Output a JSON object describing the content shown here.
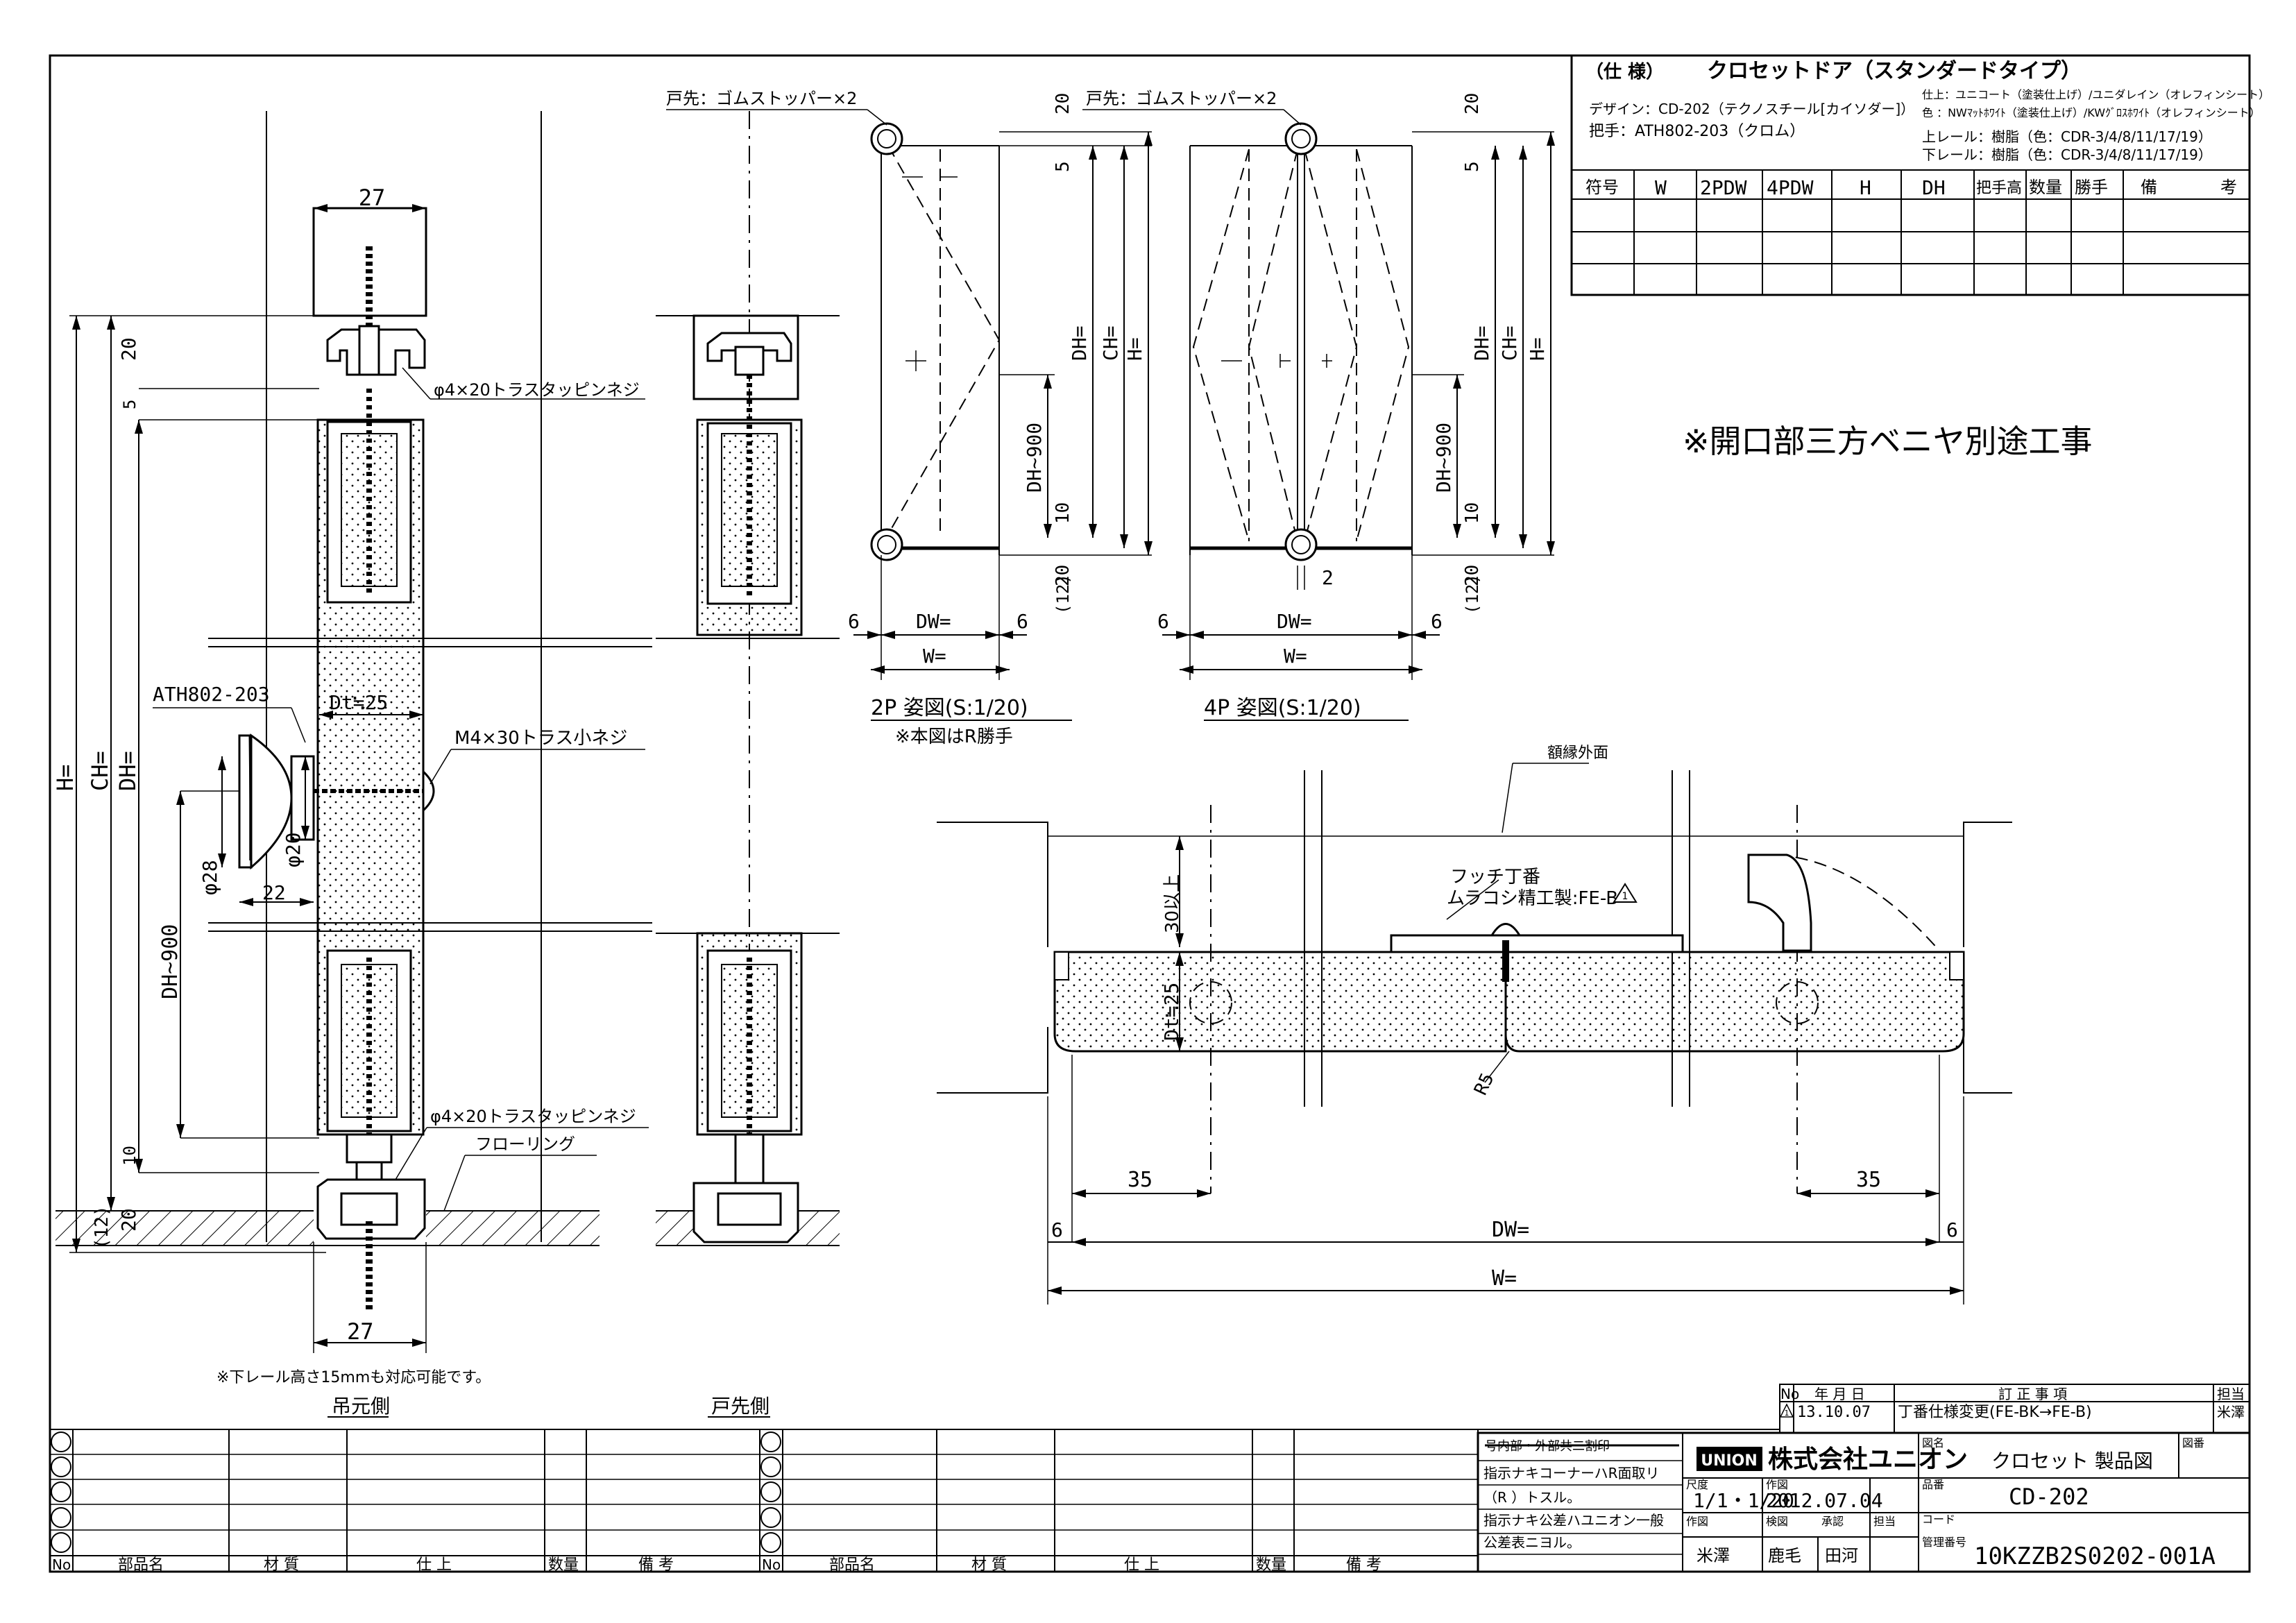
{
  "spec": {
    "header_left": "（仕 様）",
    "header_title": "クロセットドア（スタンダードタイプ）",
    "design": "デザイン：CD-202（テクノスチール[カイソダー]）",
    "handle": "把手：ATH802-203（クロム）",
    "finish": "仕上：ユニコート（塗装仕上げ）/ユニダレイン（オレフィンシート）",
    "color": "色 ：NWﾏｯﾄﾎﾜｲﾄ（塗装仕上げ）/KWｸﾞﾛｽﾎﾜｲﾄ（オレフィンシート）",
    "upper_rail": "上レール：樹脂（色：CDR-3/4/8/11/17/19）",
    "lower_rail": "下レール：樹脂（色：CDR-3/4/8/11/17/19）",
    "columns": [
      "符号",
      "W",
      "2PDW",
      "4PDW",
      "H",
      "DH",
      "把手高",
      "数量",
      "勝手",
      "備",
      "考"
    ]
  },
  "note_main": "※開口部三方ベニヤ別途工事",
  "section": {
    "dim_top_width": "27",
    "dim_bottom_width": "27",
    "dim_20_top": "20",
    "dim_5": "5",
    "dim_10": "10",
    "dim_20_bottom": "20",
    "dim_12": "(12)",
    "label_H": "H=",
    "label_CH": "CH=",
    "label_DH": "DH=",
    "label_DH900": "DH~900",
    "screw_top": "φ4×20トラスタッピンネジ",
    "screw_bottom": "φ4×20トラスタッピンネジ",
    "handle_code": "ATH802-203",
    "dt": "Dt≒25",
    "handle_screw": "M4×30トラス小ネジ",
    "d28": "φ28",
    "d20": "φ20",
    "d22": "22",
    "flooring": "フローリング",
    "note_rail": "※下レール高さ15mmも対応可能です。",
    "label_hanging_side": "吊元側",
    "label_tip_side": "戸先側"
  },
  "elev2": {
    "stopper": "戸先：ゴムストッパー×2",
    "d20_top": "20",
    "d5": "5",
    "d10": "10",
    "d20_bottom": "20",
    "d12": "(12)",
    "lbl_DH": "DH=",
    "lbl_CH": "CH=",
    "lbl_H": "H=",
    "lbl_DH900": "DH~900",
    "dim_6a": "6",
    "dim_6b": "6",
    "dim_DW": "DW=",
    "dim_W": "W=",
    "caption": "2P 姿図(S:1/20)",
    "sub": "※本図はR勝手"
  },
  "elev4": {
    "stopper": "戸先：ゴムストッパー×2",
    "d20_top": "20",
    "d5": "5",
    "d10": "10",
    "d20_bottom": "20",
    "d12": "(12)",
    "lbl_DH": "DH=",
    "lbl_CH": "CH=",
    "lbl_H": "H=",
    "lbl_DH900": "DH~900",
    "dim_2": "2",
    "dim_6a": "6",
    "dim_6b": "6",
    "dim_DW": "DW=",
    "dim_W": "W=",
    "caption": "4P 姿図(S:1/20)"
  },
  "plan": {
    "frame_face": "額縁外面",
    "hinge1": "フッチ丁番",
    "hinge2": "ムラコシ精工製:FE-B",
    "revision_mark": "1",
    "min30": "30以上",
    "dt": "Dt≒25",
    "r5": "R5",
    "d35a": "35",
    "d35b": "35",
    "d6a": "6",
    "d6b": "6",
    "dw": "DW=",
    "w": "W="
  },
  "revision": {
    "headers": [
      "No",
      "年 月 日",
      "訂 正 事 項",
      "担当"
    ],
    "rows": [
      {
        "no": "1",
        "date": "13.10.07",
        "text": "丁番仕様変更(FE-BK→FE-B)",
        "person": "米澤"
      }
    ]
  },
  "title_block": {
    "company": "株式会社ユニオン",
    "company_badge": "UNION",
    "drawing_name_label": "図名",
    "drawing_name": "クロセット 製品図",
    "drawing_no_label": "図番",
    "product_no_label": "品番",
    "product_no": "CD-202",
    "code_label": "コード",
    "scale_label": "尺度",
    "scale": "1/1・1/20",
    "date_label": "作図",
    "date": "2012.07.04",
    "mgmt_label": "管理番号",
    "mgmt": "10KZZB2S0202-001A",
    "roles": [
      "作図",
      "検図",
      "承認",
      "担当"
    ],
    "names": [
      "米澤",
      "鹿毛",
      "田河",
      ""
    ],
    "note_strike": "号内部・外部共二割印",
    "note1": "指示ナキコーナーハR面取リ",
    "note2": "（R   ）トスル。",
    "note3": "指示ナキ公差ハユニオン一般",
    "note4": "公差表ニヨル。"
  },
  "parts_table": {
    "headers_left": [
      "No",
      "部品名",
      "材 質",
      "仕 上",
      "数量",
      "備 考"
    ],
    "headers_right": [
      "No",
      "部品名",
      "材 質",
      "仕 上",
      "数量",
      "備 考"
    ]
  }
}
